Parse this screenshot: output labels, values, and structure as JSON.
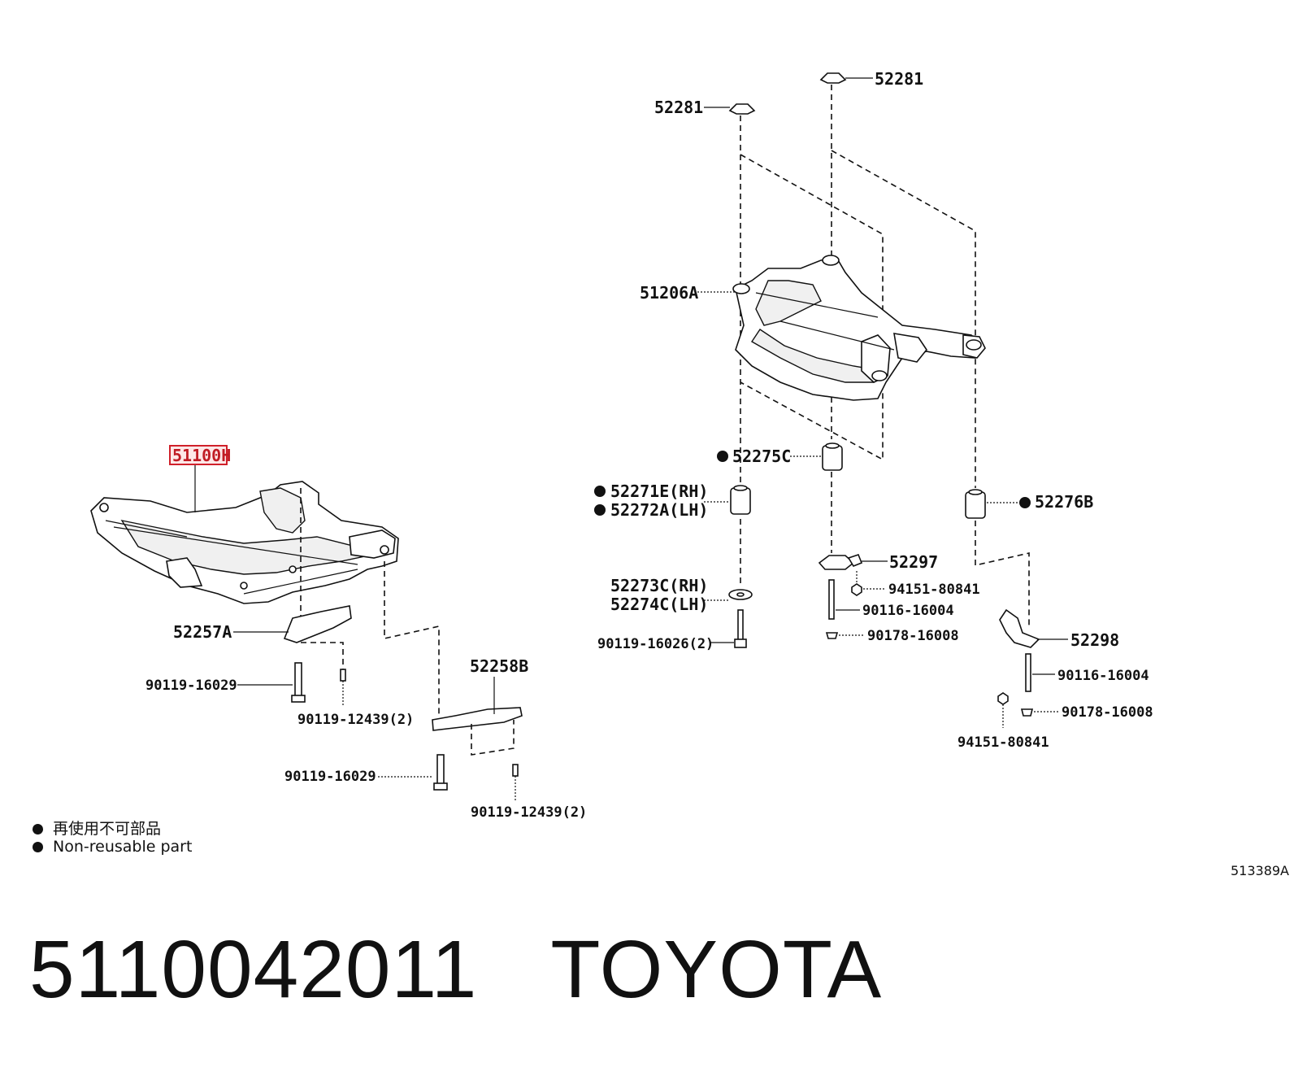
{
  "callouts": {
    "p51100H": "51100H",
    "p52257A": "52257A",
    "p90119_16029_a": "90119-16029",
    "p90119_12439_a": "90119-12439(2)",
    "p52258B": "52258B",
    "p90119_16029_b": "90119-16029",
    "p90119_12439_b": "90119-12439(2)",
    "p52281_left": "52281",
    "p52281_right": "52281",
    "p51206A": "51206A",
    "p52275C": "52275C",
    "p52271E": "52271E(RH)",
    "p52272A": "52272A(LH)",
    "p52276B": "52276B",
    "p52273C": "52273C(RH)",
    "p52274C": "52274C(LH)",
    "p90119_16026": "90119-16026(2)",
    "p52297": "52297",
    "p94151_80841_a": "94151-80841",
    "p90116_16004_a": "90116-16004",
    "p90178_16008_a": "90178-16008",
    "p52298": "52298",
    "p90116_16004_b": "90116-16004",
    "p90178_16008_b": "90178-16008",
    "p94151_80841_b": "94151-80841"
  },
  "highlight_color": "#d0202a",
  "legend": {
    "cn": "再使用不可部品",
    "en": "Non-reusable part"
  },
  "diagram_code": "513389A",
  "footer": {
    "part_number": "5110042011",
    "brand": "TOYOTA"
  }
}
